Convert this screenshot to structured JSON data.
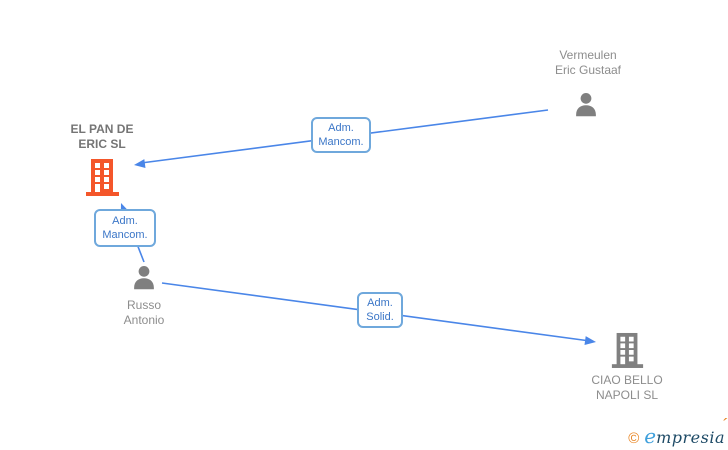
{
  "nodes": {
    "vermeulen": {
      "type": "person",
      "line1": "Vermeulen",
      "line2": "Eric Gustaaf"
    },
    "elpan": {
      "type": "company",
      "line1": "EL PAN DE",
      "line2": "ERIC SL"
    },
    "russo": {
      "type": "person",
      "line1": "Russo",
      "line2": "Antonio"
    },
    "ciaobello": {
      "type": "company",
      "line1": "CIAO BELLO",
      "line2": "NAPOLI  SL"
    }
  },
  "edges": {
    "vermeulen_to_elpan": {
      "line1": "Adm.",
      "line2": "Mancom."
    },
    "russo_to_elpan": {
      "line1": "Adm.",
      "line2": "Mancom."
    },
    "russo_to_ciaobello": {
      "line1": "Adm.",
      "line2": "Solid."
    }
  },
  "footer": {
    "copyright_symbol": "©",
    "brand_initial": "e",
    "brand_rest": "mpresia",
    "brand_accent": "´"
  },
  "colors": {
    "edge_line_blue": "#4a86e8",
    "edge_box_border": "#6fa8dc",
    "edge_box_text": "#3b76c7",
    "company_highlight_orange": "#f4562a",
    "icon_gray": "#7f7f7f",
    "label_gray": "#8d8d8d"
  }
}
